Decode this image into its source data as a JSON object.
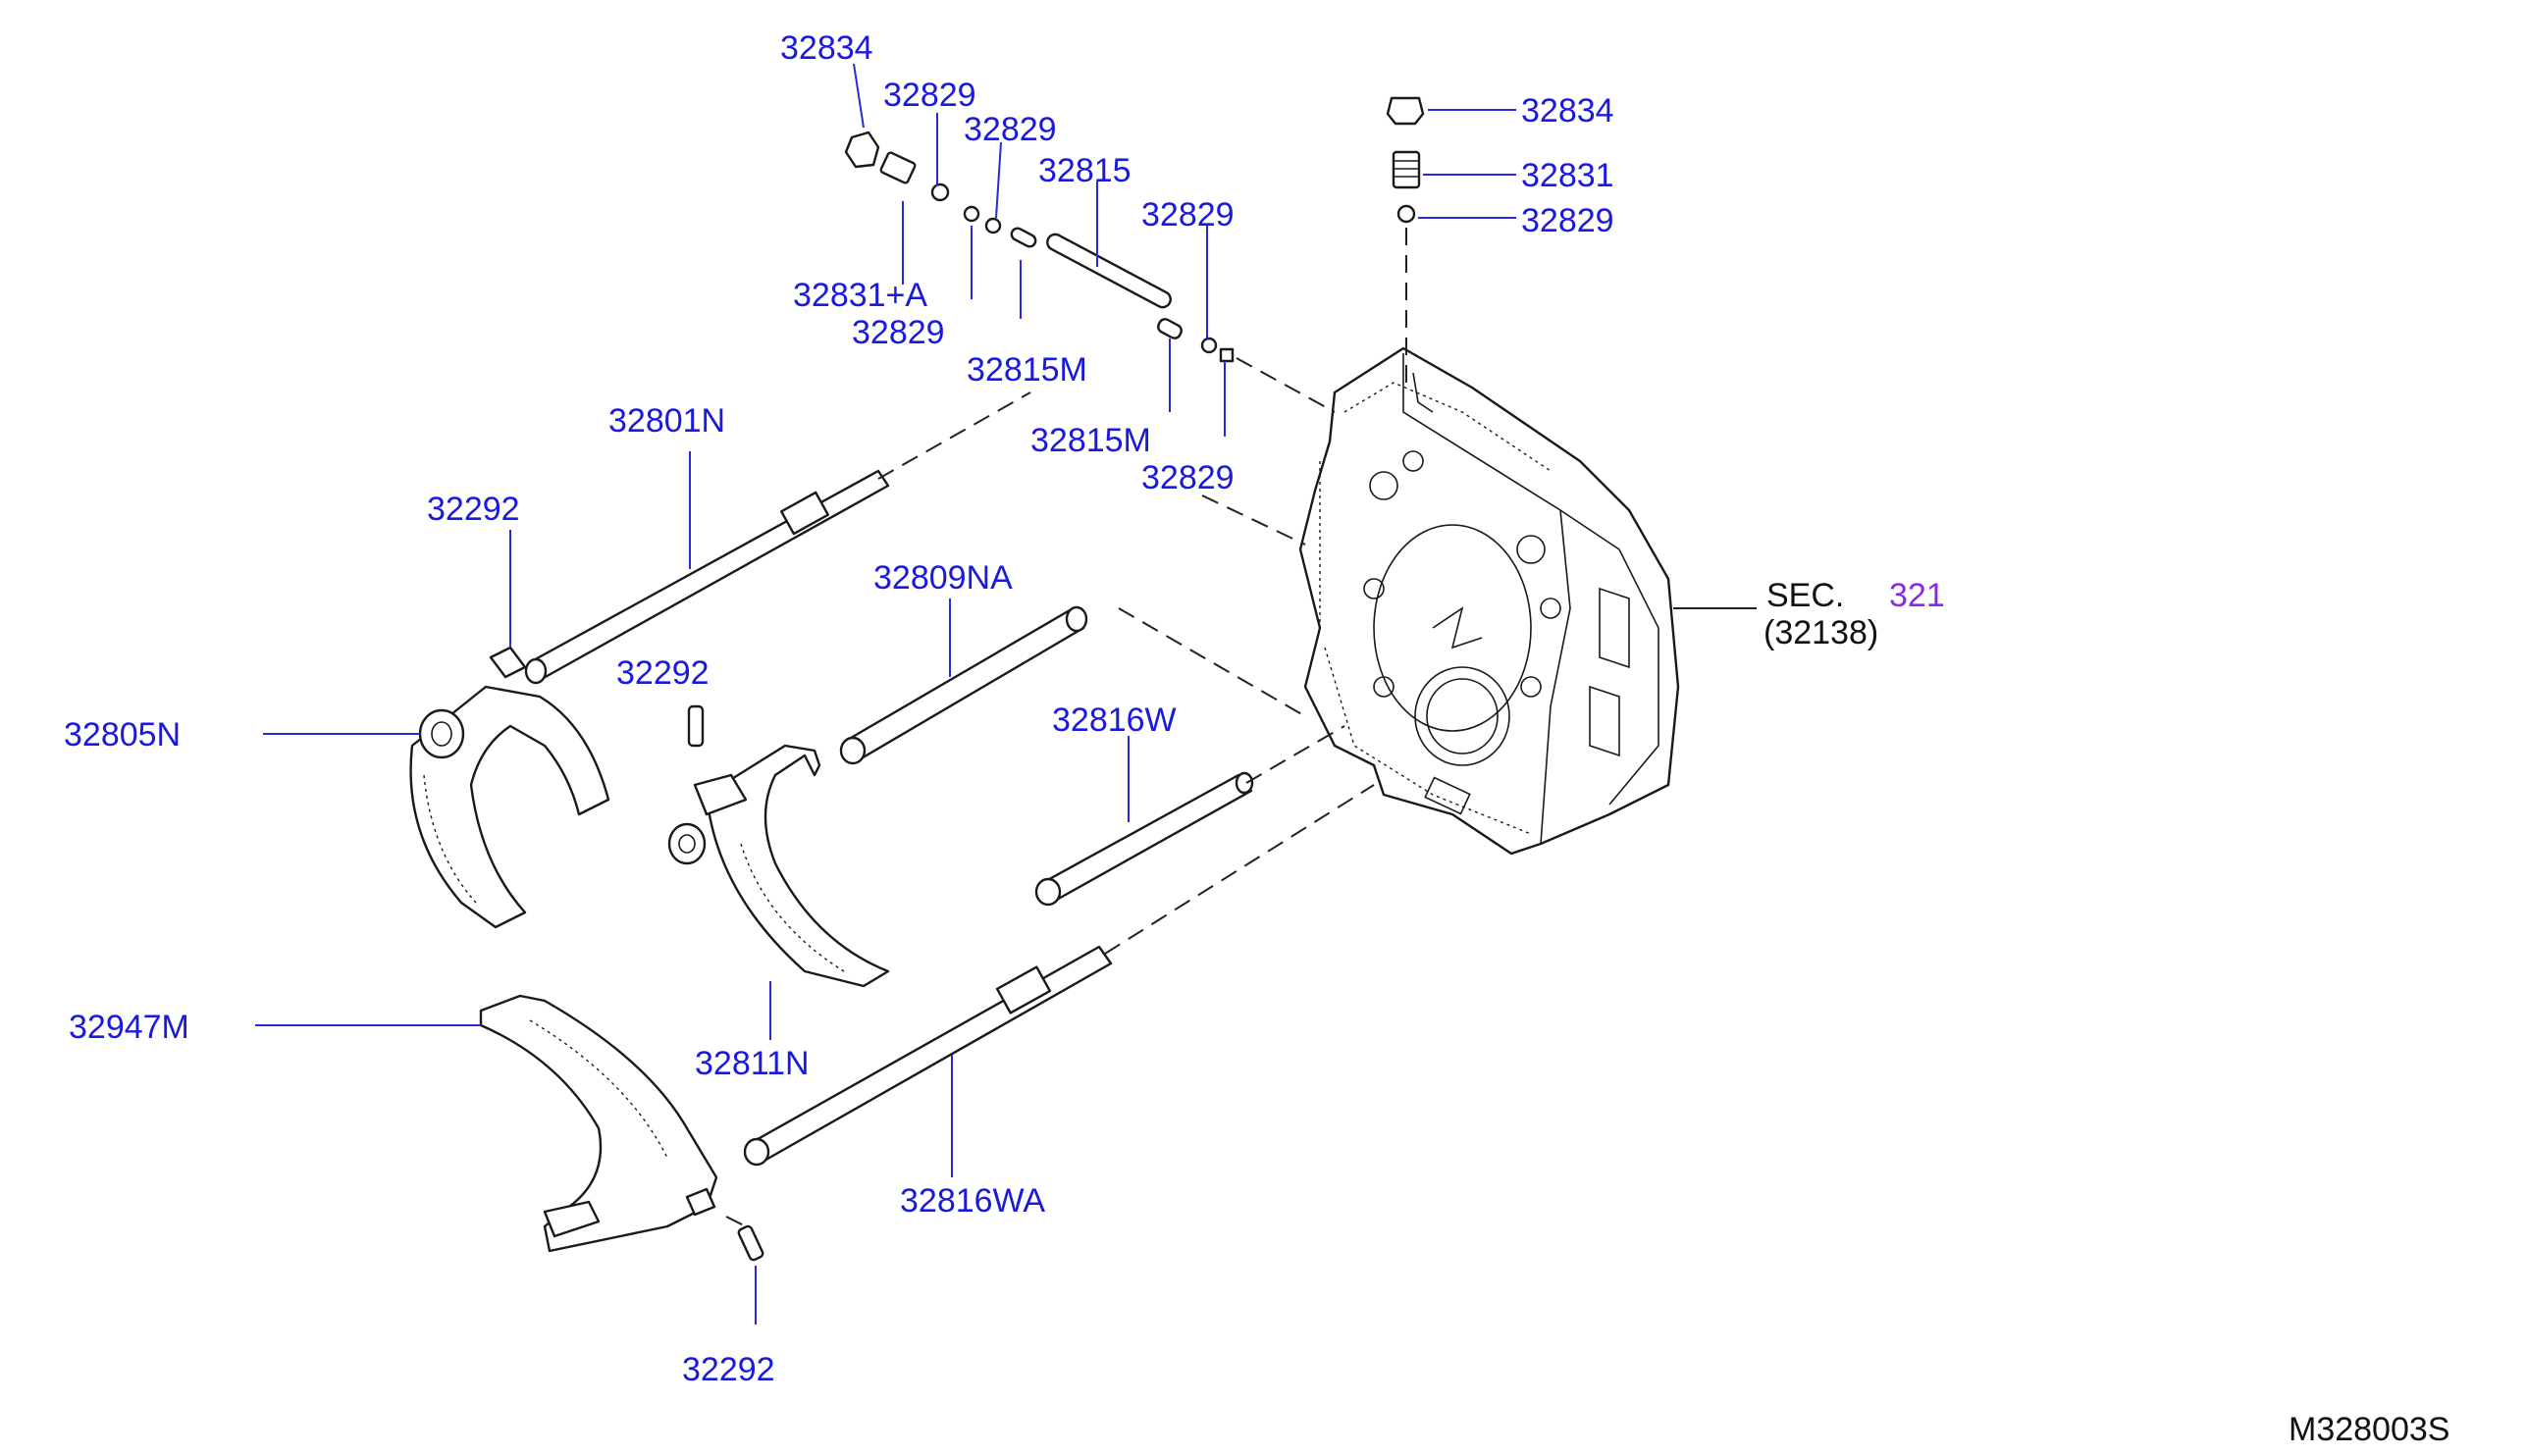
{
  "diagram_code": "M328003S",
  "section": {
    "prefix": "SEC.",
    "number": "321",
    "ref": "(32138)"
  },
  "labels": {
    "p32834_top": "32834",
    "p32829_a": "32829",
    "p32829_b": "32829",
    "p32815": "32815",
    "p32829_c": "32829",
    "p32831A": "32831+A",
    "p32829_d": "32829",
    "p32815M_a": "32815M",
    "p32815M_b": "32815M",
    "p32829_e": "32829",
    "p32801N": "32801N",
    "p32292_a": "32292",
    "p32809NA": "32809NA",
    "p32292_b": "32292",
    "p32805N": "32805N",
    "p32816W": "32816W",
    "p32947M": "32947M",
    "p32811N": "32811N",
    "p32816WA": "32816WA",
    "p32292_c": "32292",
    "p32834_right": "32834",
    "p32831_right": "32831",
    "p32829_right": "32829"
  },
  "colors": {
    "label": "#1a1adc",
    "section_number": "#8a2be2",
    "line_art": "#1a1a1a"
  }
}
